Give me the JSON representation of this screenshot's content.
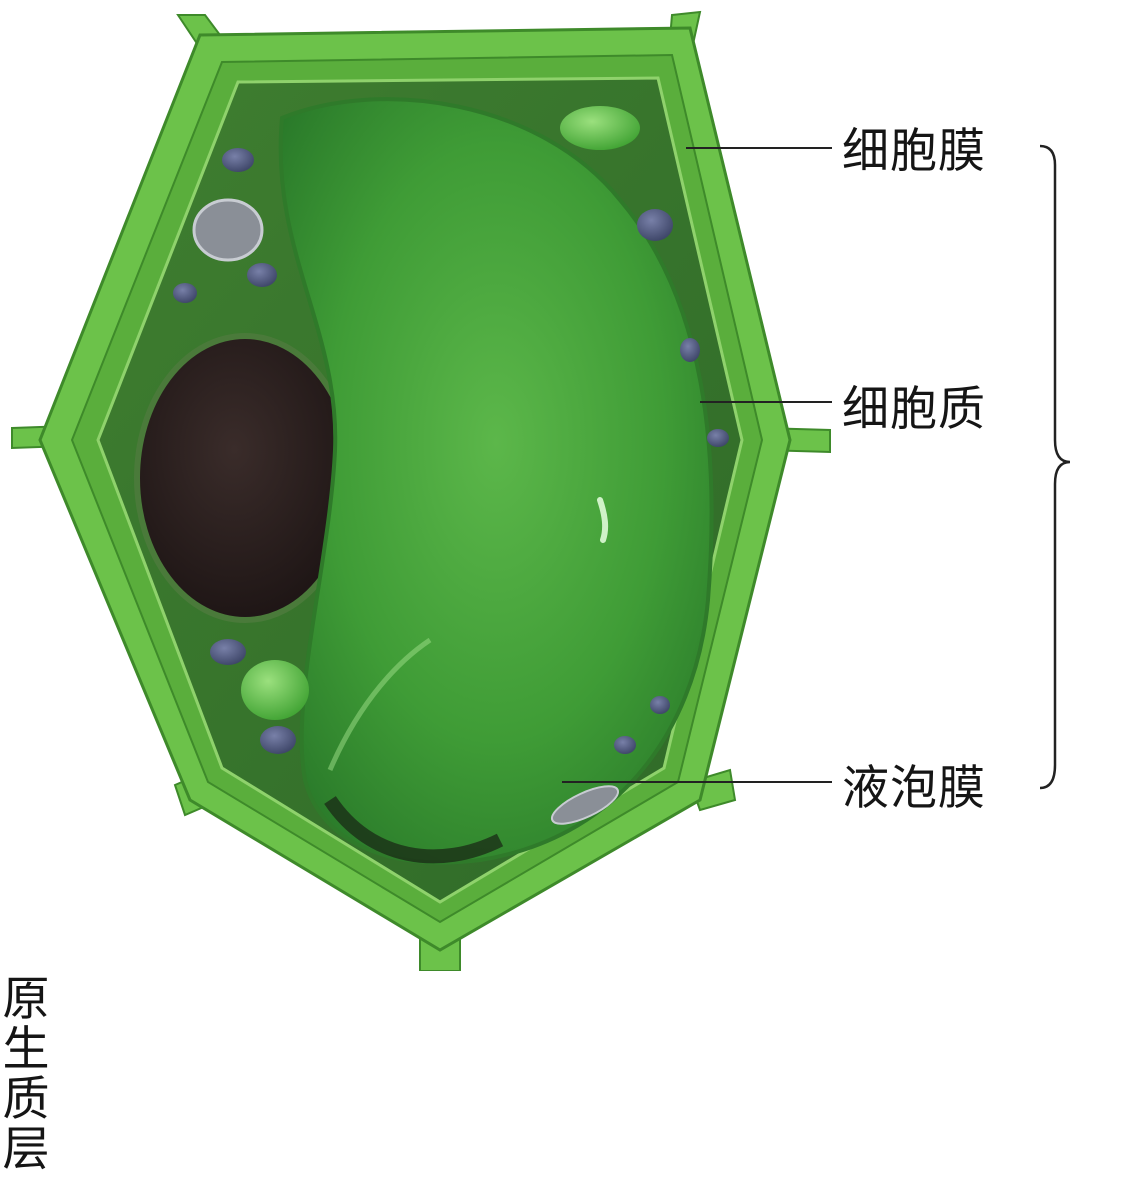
{
  "labels": {
    "cell_membrane": "细胞膜",
    "cytoplasm": "细胞质",
    "vacuole_membrane": "液泡膜",
    "group": [
      "原",
      "生",
      "质",
      "层"
    ]
  },
  "colors": {
    "cell_wall": "#6cc24a",
    "cell_wall_dark": "#3e8a2a",
    "cytoplasm": "#4f9a3a",
    "vacuole": "#48a43c",
    "nucleus": "#2a1e1c",
    "chloroplast": "#5fc84c",
    "organelle_blue": "#525c82",
    "mitochondrion": "#8a8f97",
    "leader_line": "#222222"
  },
  "structures": [
    "cell-wall",
    "cell-membrane",
    "cytoplasm",
    "vacuole",
    "vacuole-membrane",
    "nucleus",
    "chloroplast",
    "mitochondrion"
  ]
}
